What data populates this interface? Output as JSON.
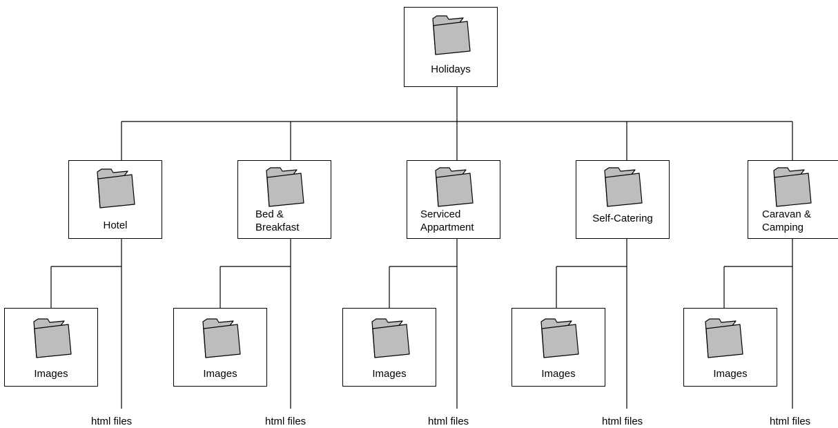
{
  "root": {
    "label": "Holidays",
    "icon": "folder-icon"
  },
  "categories": [
    {
      "label_lines": [
        "Hotel"
      ],
      "icon": "folder-icon",
      "subfolder": "Images",
      "files": "html files"
    },
    {
      "label_lines": [
        "Bed &",
        "Breakfast"
      ],
      "icon": "folder-icon",
      "subfolder": "Images",
      "files": "html files"
    },
    {
      "label_lines": [
        "Serviced",
        "Appartment"
      ],
      "icon": "folder-icon",
      "subfolder": "Images",
      "files": "html files"
    },
    {
      "label_lines": [
        "Self-Catering"
      ],
      "icon": "folder-icon",
      "subfolder": "Images",
      "files": "html files"
    },
    {
      "label_lines": [
        "Caravan &",
        "Camping"
      ],
      "icon": "folder-icon",
      "subfolder": "Images",
      "files": "html files"
    }
  ],
  "colors": {
    "folder_fill": "#bdbdbd",
    "line": "#000000",
    "background": "#ffffff"
  }
}
